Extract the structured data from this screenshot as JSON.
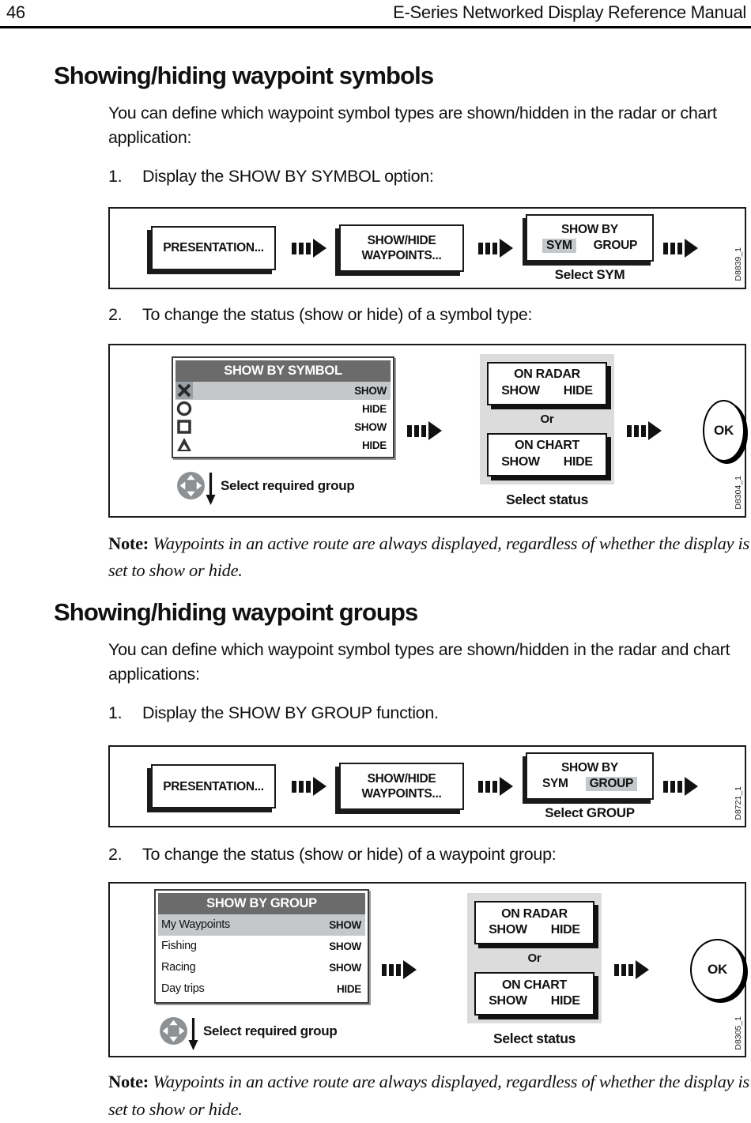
{
  "header": {
    "page_number": "46",
    "title": "E-Series Networked Display Reference Manual"
  },
  "sections": [
    {
      "heading": "Showing/hiding waypoint symbols",
      "intro": "You can define which waypoint symbol types are shown/hidden in the radar or chart application:",
      "steps": [
        {
          "num": "1.",
          "text": "Display the SHOW BY SYMBOL option:"
        },
        {
          "num": "2.",
          "text": "To change the status (show or hide) of a symbol type:"
        }
      ],
      "note_label": "Note:",
      "note_text": "Waypoints in an active route are always displayed, regardless of whether the display is set to show or hide."
    },
    {
      "heading": "Showing/hiding waypoint groups",
      "intro": "You can define which waypoint symbol types are shown/hidden in the radar and chart applications:",
      "steps": [
        {
          "num": "1.",
          "text": "Display the SHOW BY GROUP function."
        },
        {
          "num": "2.",
          "text": "To change the status (show or hide) of a waypoint group:"
        }
      ],
      "note_label": "Note:",
      "note_text": "Waypoints in an active route are always displayed, regardless of whether the display is set to show or hide."
    }
  ],
  "menu_flow": {
    "presentation": "PRESENTATION...",
    "show_hide": "SHOW/HIDE",
    "waypoints": "WAYPOINTS...",
    "show_by": "SHOW BY",
    "sym": "SYM",
    "group": "GROUP",
    "select_sym": "Select SYM",
    "select_group": "Select GROUP"
  },
  "symbol_panel": {
    "title": "SHOW BY SYMBOL",
    "rows": [
      {
        "icon": "x-symbol",
        "status": "SHOW",
        "selected": true
      },
      {
        "icon": "circle-symbol",
        "status": "HIDE",
        "selected": false
      },
      {
        "icon": "square-symbol",
        "status": "SHOW",
        "selected": false
      },
      {
        "icon": "triangle-symbol",
        "status": "HIDE",
        "selected": false
      }
    ]
  },
  "group_panel": {
    "title": "SHOW BY GROUP",
    "rows": [
      {
        "name": "My Waypoints",
        "status": "SHOW",
        "selected": true
      },
      {
        "name": "Fishing",
        "status": "SHOW",
        "selected": false
      },
      {
        "name": "Racing",
        "status": "SHOW",
        "selected": false
      },
      {
        "name": "Day trips",
        "status": "HIDE",
        "selected": false
      }
    ]
  },
  "status_panel": {
    "on_radar": "ON RADAR",
    "on_chart": "ON CHART",
    "show": "SHOW",
    "hide": "HIDE",
    "or": "Or",
    "ok": "OK",
    "select_status": "Select status",
    "select_required_group": "Select required group"
  },
  "figure_codes": {
    "fig1": "D8839_1",
    "fig2": "D8304_1",
    "fig3": "D8721_1",
    "fig4": "D8305_1"
  },
  "colors": {
    "list_header_gray": "#6b6b6b",
    "highlight_gray": "#c5c8ca",
    "status_panel_gray": "#dcdcdc",
    "dpad_gray": "#8d9194"
  }
}
